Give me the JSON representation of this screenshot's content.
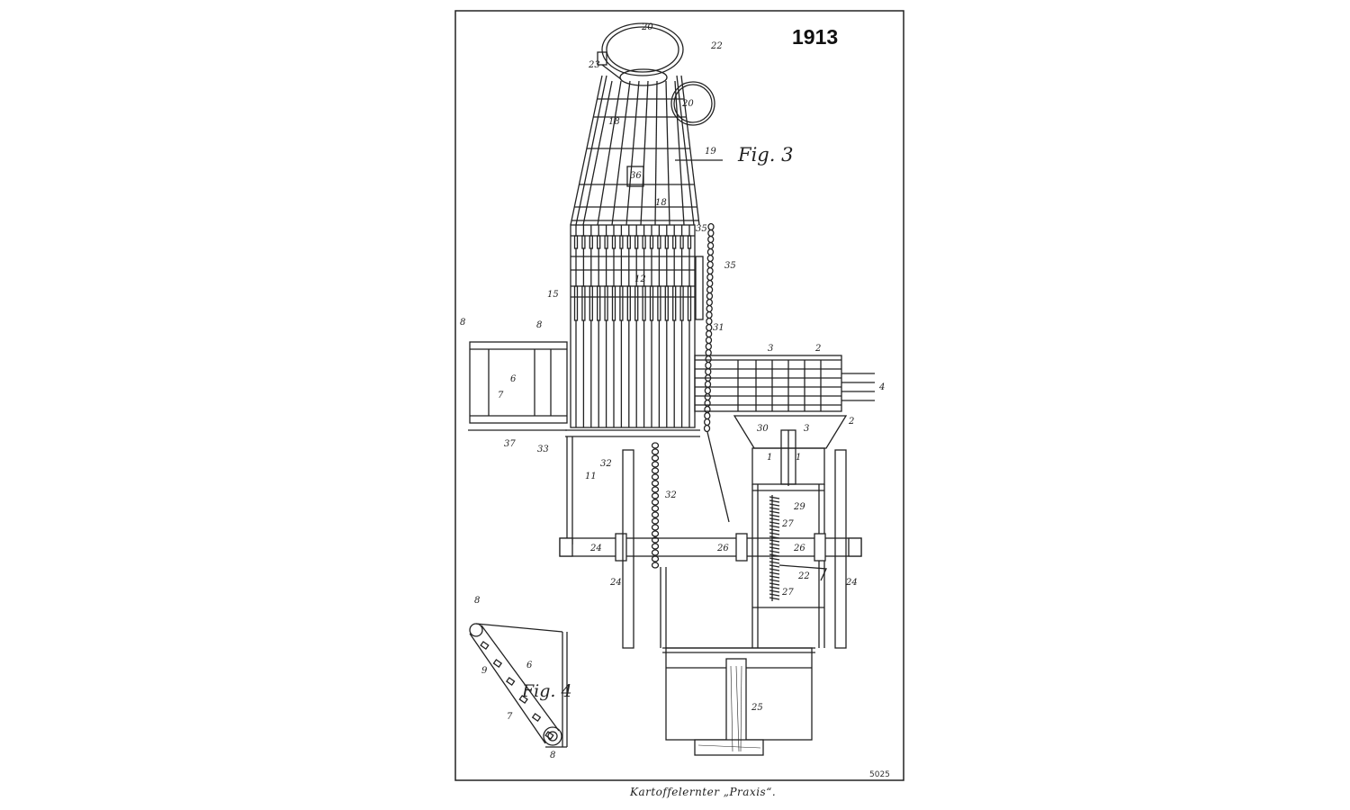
{
  "year": "1913",
  "figure_labels": {
    "fig3": "Fig. 3",
    "fig4": "Fig. 4"
  },
  "caption": "Kartoffelernter „Praxis“.",
  "plate_number": "5025",
  "part_numbers": [
    "20",
    "22",
    "23",
    "20",
    "18",
    "19",
    "36",
    "18",
    "35",
    "35",
    "12",
    "15",
    "31",
    "8",
    "8",
    "6",
    "7",
    "3",
    "2",
    "4",
    "2",
    "30",
    "3",
    "37",
    "33",
    "32",
    "11",
    "1",
    "1",
    "32",
    "29",
    "27",
    "24",
    "26",
    "26",
    "24",
    "24",
    "27",
    "22",
    "25",
    "8",
    "6",
    "9",
    "7",
    "8"
  ],
  "colors": {
    "ink": "#222222",
    "paper": "#ffffff"
  }
}
